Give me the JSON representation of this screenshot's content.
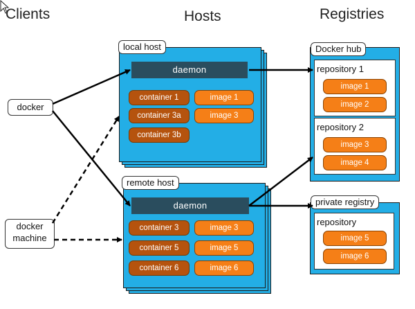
{
  "columns": {
    "clients": "Clients",
    "hosts": "Hosts",
    "registries": "Registries"
  },
  "clients": {
    "docker": "docker",
    "docker_machine_line1": "docker",
    "docker_machine_line2": "machine"
  },
  "local_host": {
    "label": "local host",
    "daemon": "daemon",
    "containers": [
      "container 1",
      "container 3a",
      "container 3b"
    ],
    "images": [
      "image 1",
      "image 3"
    ]
  },
  "remote_host": {
    "label": "remote host",
    "daemon": "daemon",
    "containers": [
      "container 3",
      "container 5",
      "container 6"
    ],
    "images": [
      "image 3",
      "image 5",
      "image 6"
    ]
  },
  "docker_hub": {
    "label": "Docker hub",
    "repositories": [
      {
        "name": "repository 1",
        "images": [
          "image 1",
          "image 2"
        ]
      },
      {
        "name": "repository 2",
        "images": [
          "image 3",
          "image 4"
        ]
      }
    ]
  },
  "private_registry": {
    "label": "private registry",
    "repository": {
      "name": "repository",
      "images": [
        "image 5",
        "image 6"
      ]
    }
  },
  "colors": {
    "panel": "#23aee6",
    "daemon": "#2a4d5e",
    "container": "#b5530e",
    "image": "#f57f17"
  }
}
